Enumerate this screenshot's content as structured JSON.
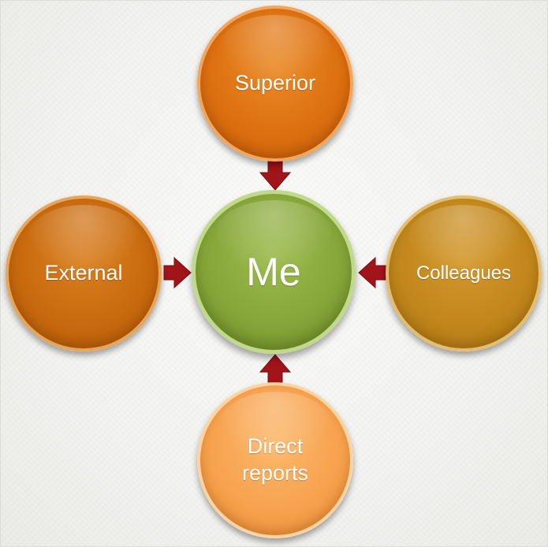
{
  "diagram": {
    "center": {
      "label": "Me",
      "color": "#86a63a"
    },
    "nodes": {
      "superior": {
        "label": "Superior",
        "color": "#dd7010"
      },
      "external": {
        "label": "External",
        "color": "#c96a0e"
      },
      "colleagues": {
        "label": "Colleagues",
        "color": "#c2871c"
      },
      "direct_reports": {
        "label": "Direct\nreports",
        "color": "#f7a24e"
      }
    },
    "arrow_color": "#a0141a",
    "arrows": [
      {
        "from": "Superior",
        "to": "Me",
        "direction": "down"
      },
      {
        "from": "External",
        "to": "Me",
        "direction": "right"
      },
      {
        "from": "Colleagues",
        "to": "Me",
        "direction": "left"
      },
      {
        "from": "Direct reports",
        "to": "Me",
        "direction": "up"
      }
    ]
  }
}
